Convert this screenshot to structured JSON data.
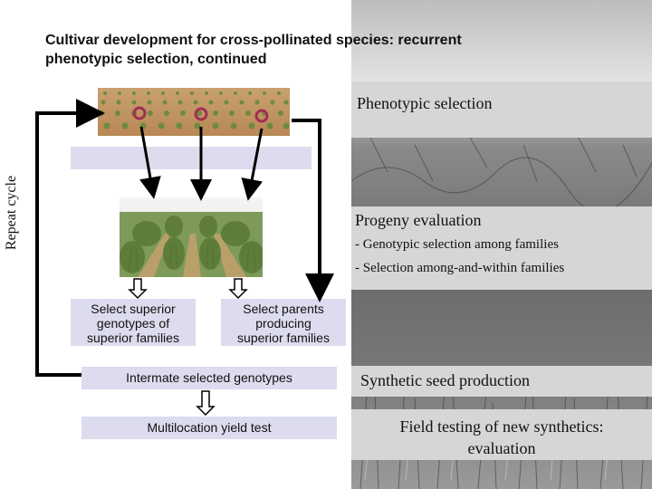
{
  "title": {
    "line1": "Cultivar development for cross-pollinated species: recurrent",
    "line2": "phenotypic selection, continued"
  },
  "side_label": "Repeat cycle",
  "stages": {
    "phenotypic": "Phenotypic selection",
    "progeny": "Progeny evaluation",
    "progeny_item1": "- Genotypic selection among families",
    "progeny_item2": "- Selection among-and-within families",
    "synthetic": "Synthetic seed production",
    "field_line1": "Field testing of new synthetics:",
    "field_line2": "evaluation"
  },
  "boxes": {
    "select_superior_1": "Select superior",
    "select_superior_2": "genotypes of",
    "select_superior_3": "superior families",
    "select_parents_1": "Select parents",
    "select_parents_2": "producing",
    "select_parents_3": "superior families",
    "intermate": "Intermate selected genotypes",
    "multilocation": "Multilocation yield test"
  },
  "colors": {
    "band": "#d6d6d6",
    "box": "#dcdcee",
    "circle": "#a03050",
    "arrow": "#000000"
  }
}
